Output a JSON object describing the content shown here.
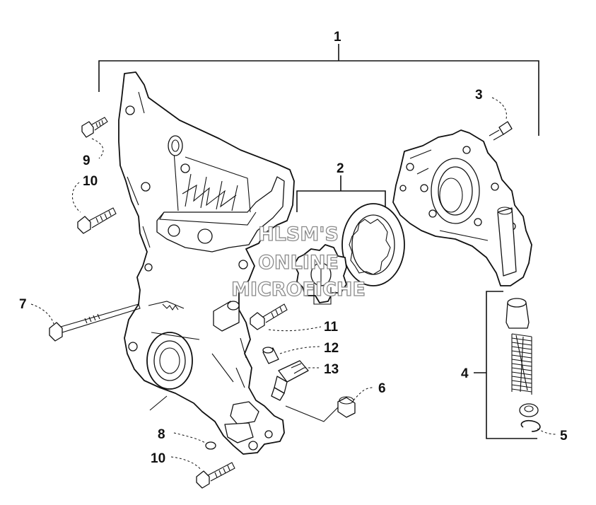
{
  "callouts": [
    {
      "id": "1",
      "text": "1"
    },
    {
      "id": "2",
      "text": "2"
    },
    {
      "id": "3",
      "text": "3"
    },
    {
      "id": "4",
      "text": "4"
    },
    {
      "id": "5",
      "text": "5"
    },
    {
      "id": "6",
      "text": "6"
    },
    {
      "id": "7",
      "text": "7"
    },
    {
      "id": "8",
      "text": "8"
    },
    {
      "id": "9",
      "text": "9"
    },
    {
      "id": "10a",
      "text": "10"
    },
    {
      "id": "10b",
      "text": "10"
    },
    {
      "id": "11",
      "text": "11"
    },
    {
      "id": "12",
      "text": "12"
    },
    {
      "id": "13",
      "text": "13"
    }
  ],
  "watermark": {
    "line1": "HLSM'S",
    "line2": "ONLINE",
    "line3": "MICROFICHE"
  },
  "colors": {
    "ink": "#111111",
    "watermark_outline": "#8a8a8a",
    "background": "#ffffff"
  }
}
